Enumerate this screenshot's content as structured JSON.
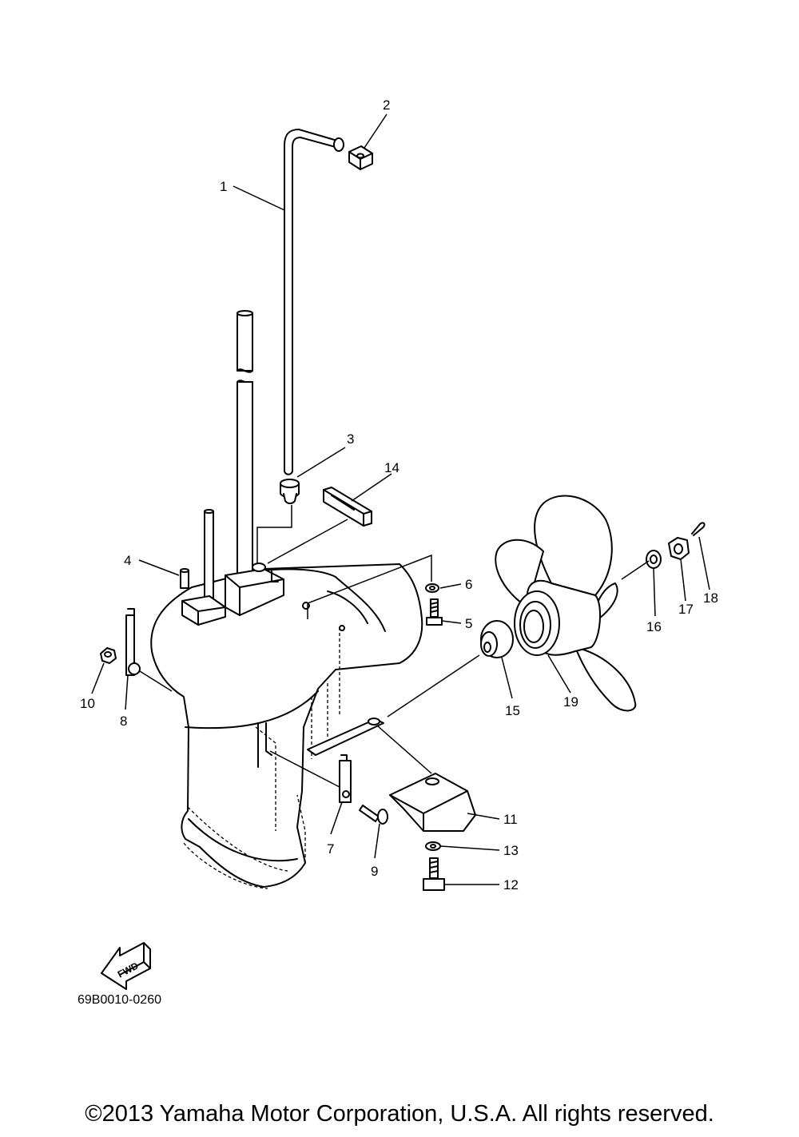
{
  "diagram": {
    "drawing_code": "69B0010-0260",
    "fwd_label": "FWD",
    "part_numbers": [
      "1",
      "2",
      "3",
      "4",
      "5",
      "6",
      "7",
      "8",
      "9",
      "10",
      "11",
      "12",
      "13",
      "14",
      "15",
      "16",
      "17",
      "18",
      "19"
    ]
  },
  "footer": {
    "copyright": "©2013 Yamaha Motor Corporation, U.S.A. All rights reserved."
  }
}
